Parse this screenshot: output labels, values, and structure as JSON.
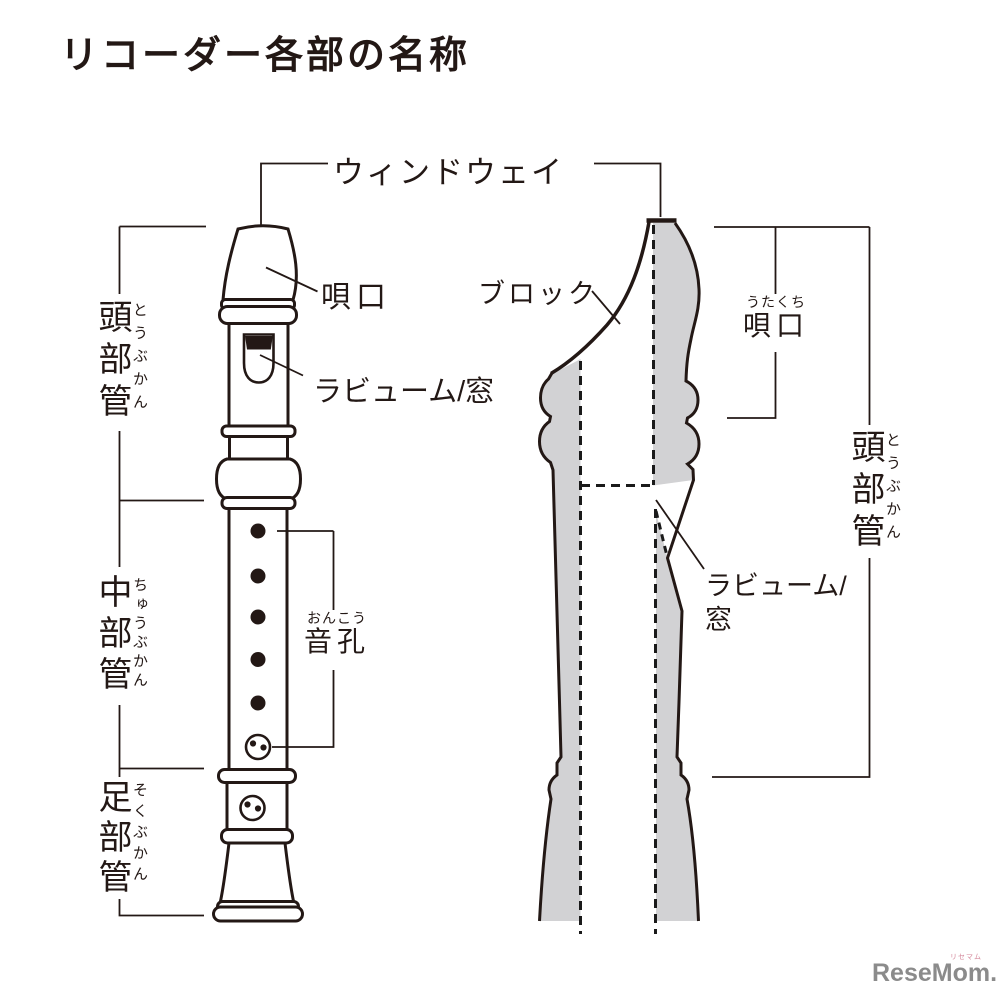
{
  "title": "リコーダー各部の名称",
  "front_view": {
    "windway": "ウィンドウェイ",
    "mouthpiece": "唄口",
    "labium_window": "ラビューム/窓",
    "head_joint": {
      "text": "頭部管",
      "furigana": "とうぶかん"
    },
    "middle_joint": {
      "text": "中部管",
      "furigana": "ちゅうぶかん"
    },
    "tone_holes": {
      "text": "音孔",
      "furigana": "おんこう"
    },
    "foot_joint": {
      "text": "足部管",
      "furigana": "そくぶかん"
    }
  },
  "cross_section": {
    "block": "ブロック",
    "mouthpiece": {
      "text": "唄口",
      "furigana": "うたくち"
    },
    "labium_window": "ラビューム/\n窓",
    "head_joint": {
      "text": "頭部管",
      "furigana": "とうぶかん"
    }
  },
  "logo": {
    "text": "ReseMom.",
    "ruby": "リセマム"
  },
  "colors": {
    "ink": "#231815",
    "section_fill_gray": "#d2d2d4",
    "logo_gray": "#8b8b8b",
    "logo_pink": "#d4889b",
    "background": "#ffffff"
  }
}
